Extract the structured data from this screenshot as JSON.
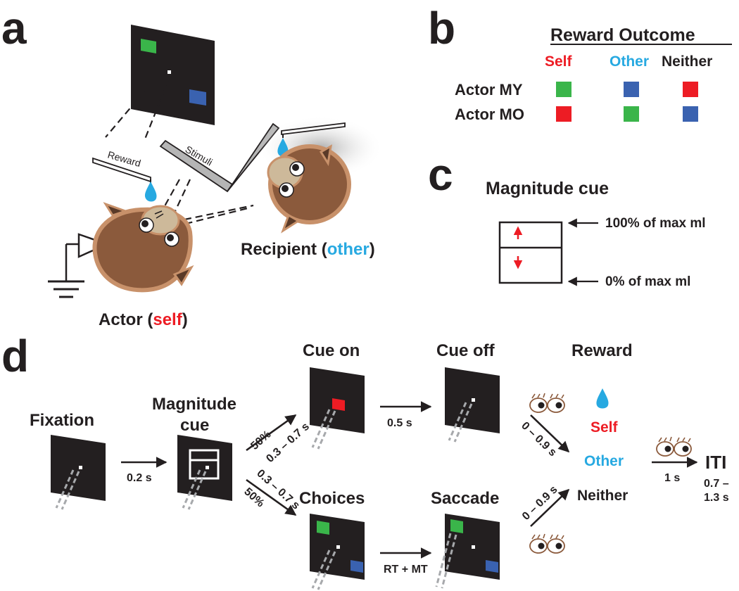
{
  "colors": {
    "green": "#3ab54a",
    "blue": "#3a62b0",
    "red": "#ed1c24",
    "cyan": "#27a9e1",
    "dark": "#231f20",
    "monkey": "#8b5a3c",
    "monkey_rim": "#c8916a",
    "face": "#cdb99a"
  },
  "panel_a": {
    "letter": "a",
    "reward_label": "Reward",
    "stimuli_label": "Stimuli",
    "actor_label_prefix": "Actor (",
    "actor_label_word": "self",
    "actor_label_suffix": ")",
    "recipient_label_prefix": "Recipient (",
    "recipient_label_word": "other",
    "recipient_label_suffix": ")"
  },
  "panel_b": {
    "letter": "b",
    "title": "Reward Outcome",
    "columns": [
      "Self",
      "Other",
      "Neither"
    ],
    "rows": [
      {
        "label": "Actor MY",
        "cells": [
          "green",
          "blue",
          "red"
        ]
      },
      {
        "label": "Actor MO",
        "cells": [
          "red",
          "green",
          "blue"
        ]
      }
    ]
  },
  "panel_c": {
    "letter": "c",
    "title": "Magnitude cue",
    "top_label": "100% of max ml",
    "bottom_label": "0% of max ml"
  },
  "panel_d": {
    "letter": "d",
    "fixation": "Fixation",
    "magnitude_cue_line1": "Magnitude",
    "magnitude_cue_line2": "cue",
    "cue_on": "Cue on",
    "cue_off": "Cue off",
    "choices": "Choices",
    "saccade": "Saccade",
    "reward": "Reward",
    "outcome_self": "Self",
    "outcome_other": "Other",
    "outcome_neither": "Neither",
    "iti": "ITI",
    "iti_range_line1": "0.7 –",
    "iti_range_line2": "1.3 s",
    "t_fix_to_mag": "0.2 s",
    "t_cue_prob_upper": "50%",
    "t_cue_delay_upper": "0.3 – 0.7 s",
    "t_cue_delay_lower": "0.3 – 0.7 s",
    "t_cue_prob_lower": "50%",
    "t_cue_on_off": "0.5 s",
    "t_choice_saccade": "RT + MT",
    "t_cueoff_reward": "0 – 0.9 s",
    "t_saccade_reward": "0 – 0.9 s",
    "t_reward_iti": "1 s"
  }
}
